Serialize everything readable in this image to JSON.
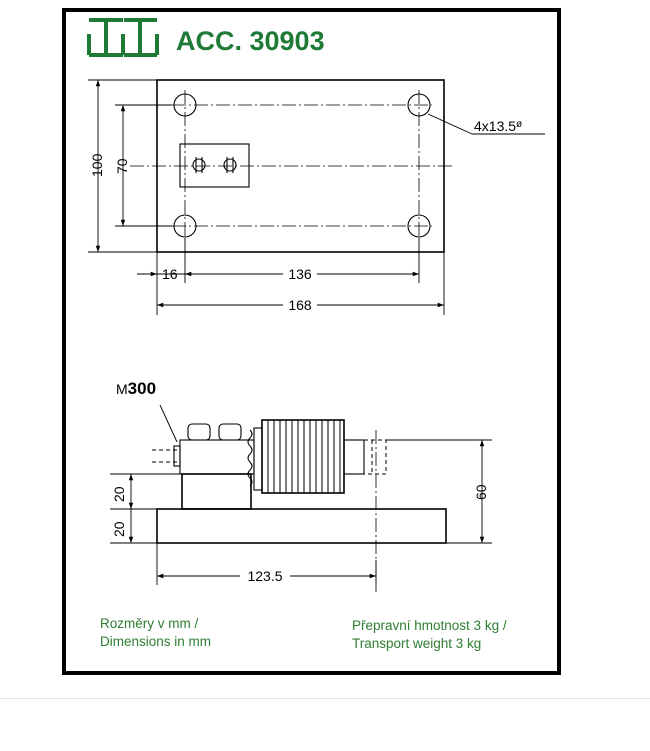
{
  "title": "ACC. 30903",
  "model_label_prefix": "M",
  "model_label_number": "300",
  "top_view": {
    "hole_callout": "4x13.5",
    "hole_callout_symbol": "ø",
    "dim_height_outer": "100",
    "dim_height_inner": "70",
    "dim_offset": "16",
    "dim_hole_spacing": "136",
    "dim_length": "168"
  },
  "side_view": {
    "dim_total_height": "60",
    "dim_block_height": "20",
    "dim_base_height": "20",
    "dim_length": "123.5"
  },
  "notes": {
    "dimensions_cz": "Rozměry v mm /",
    "dimensions_en": "Dimensions in mm",
    "weight_cz": "Přepravní hmotnost 3 kg /",
    "weight_en": "Transport weight 3 kg"
  },
  "colors": {
    "brand_green": "#1f7a36",
    "note_green": "#2e7d32",
    "frame": "#000000",
    "background": "#ffffff"
  },
  "icons": {
    "logo": "tt-brand-logo"
  }
}
